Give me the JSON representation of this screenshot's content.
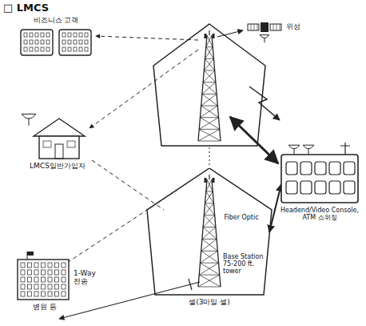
{
  "diagram": {
    "title": "□ LMCS",
    "nodes": [
      {
        "text": [
          "비즈니스 고객"
        ]
      },
      {
        "text": [
          "위성"
        ]
      },
      {
        "text": [
          "LMCS일반가입자"
        ]
      },
      {
        "text": [
          "Headend/Video Console, ATM 스위칭"
        ]
      },
      {
        "text": [
          "병원 등"
        ]
      },
      {
        "text": [
          "Base Station 75-200 ft. tower",
          "셀(3마일 셀)"
        ]
      }
    ],
    "edges": [
      {
        "from": 3,
        "to": 5,
        "arrow": "both",
        "label": "Fiber Optic"
      },
      {
        "from": 4,
        "to": 5,
        "arrow": "none"
      }
    ],
    "labels": [
      "1-Way 전송"
    ]
  }
}
